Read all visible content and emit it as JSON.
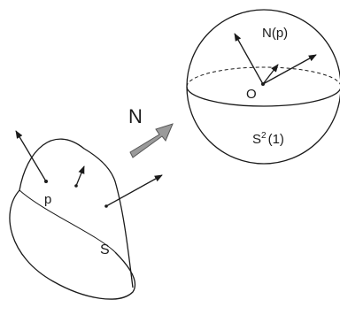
{
  "diagram": {
    "map_label": "N",
    "surface": {
      "surface_label": "S",
      "point_label": "p"
    },
    "sphere": {
      "image_label": "N(p)",
      "origin_label": "O",
      "sphere_label_base": "S",
      "sphere_label_sup": "2",
      "sphere_label_arg": "(1)"
    },
    "colors": {
      "ink": "#1a1a1a",
      "map_arrow_fill": "#9a9a9a",
      "map_arrow_stroke": "#555555"
    }
  }
}
